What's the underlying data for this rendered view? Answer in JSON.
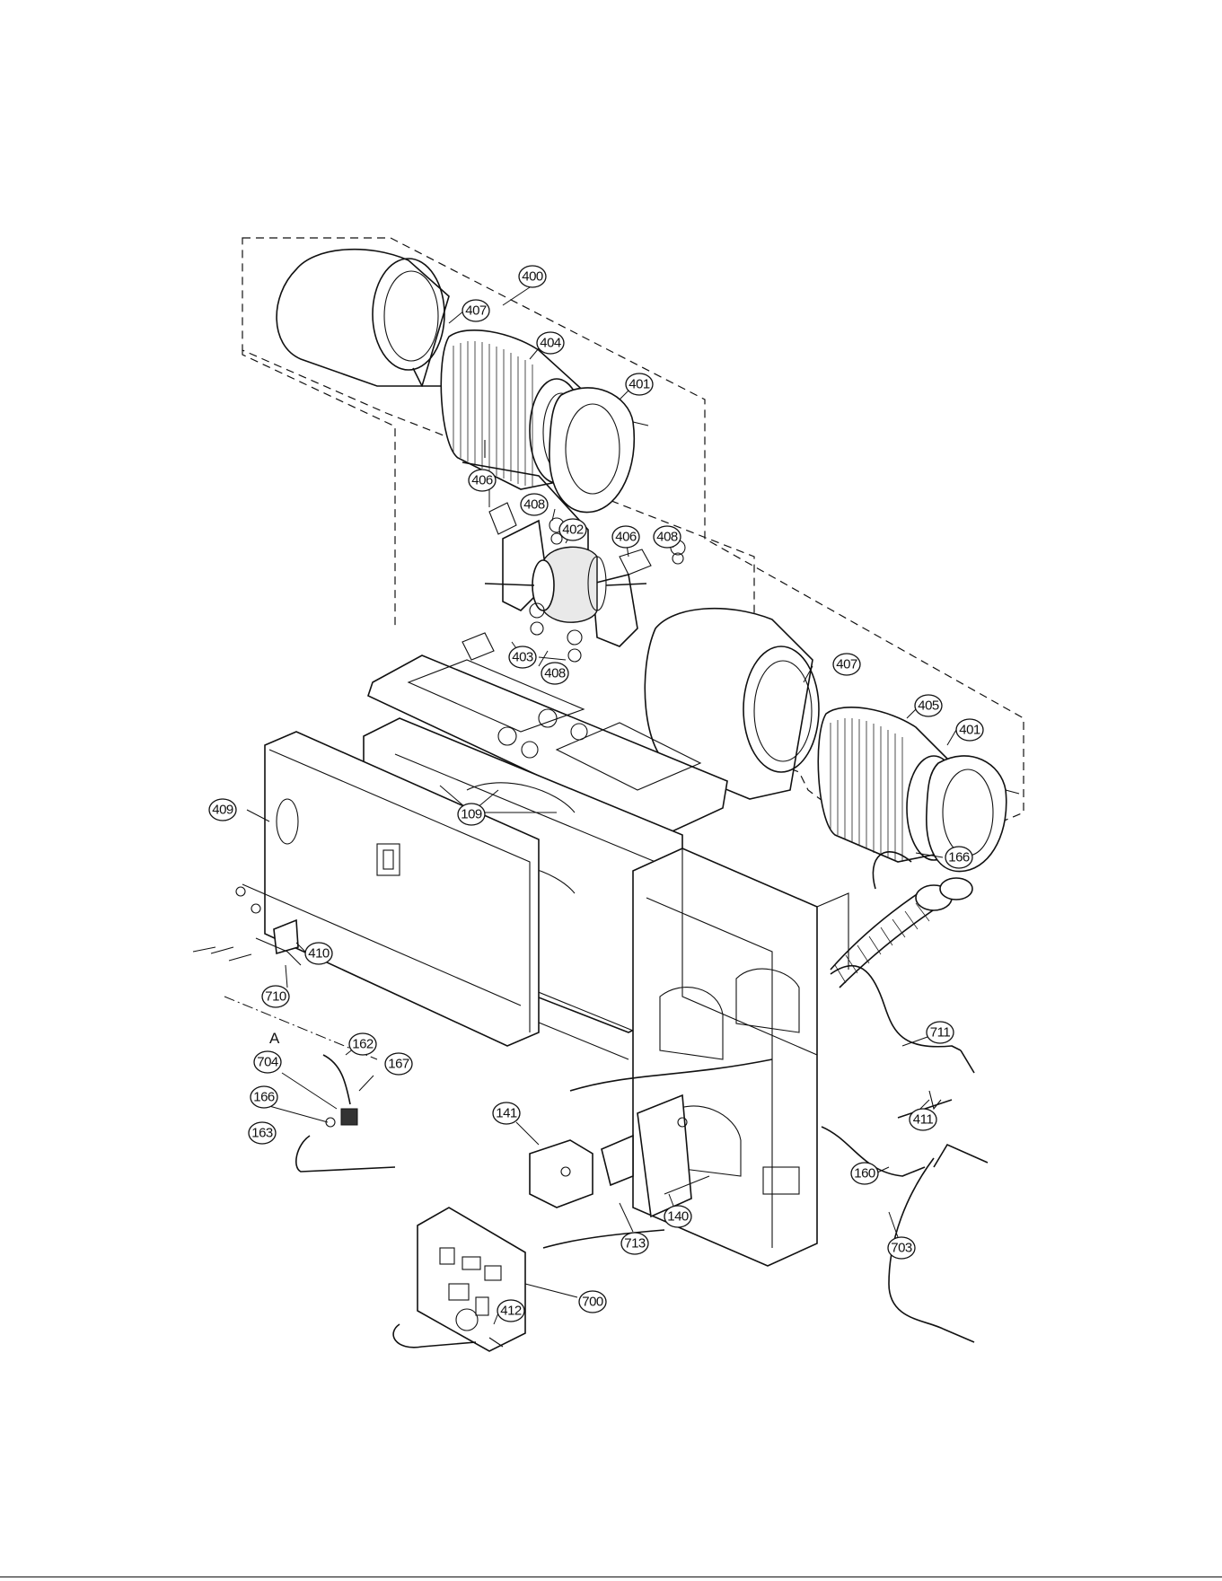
{
  "reference_label": "A",
  "callouts": {
    "c400": "400",
    "c407a": "407",
    "c404": "404",
    "c401a": "401",
    "c406a": "406",
    "c408a": "408",
    "c402": "402",
    "c406b": "406",
    "c408b": "408",
    "c403": "403",
    "c408c": "408",
    "c407b": "407",
    "c405": "405",
    "c401b": "401",
    "c409": "409",
    "c109": "109",
    "c166a": "166",
    "c410": "410",
    "c710": "710",
    "c711": "711",
    "c162": "162",
    "c704": "704",
    "c167": "167",
    "c166b": "166",
    "c163": "163",
    "c141": "141",
    "c411": "411",
    "c160": "160",
    "c140": "140",
    "c713": "713",
    "c703": "703",
    "c700": "700",
    "c412": "412"
  }
}
